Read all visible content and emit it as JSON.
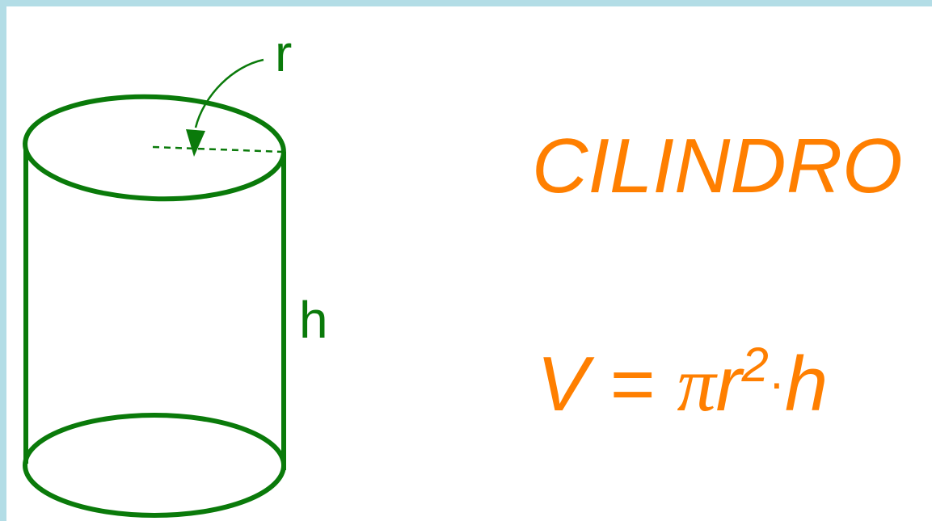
{
  "title": "CILINDRO",
  "formula": {
    "lhs": "V",
    "equals": " = ",
    "pi": "π",
    "r": "r",
    "exponent": "2",
    "dot": "·",
    "h": "h"
  },
  "labels": {
    "radius": "r",
    "height": "h"
  },
  "colors": {
    "cylinder": "#0a7a0a",
    "text_accent": "#ff7f00",
    "frame": "#b3dde6"
  }
}
